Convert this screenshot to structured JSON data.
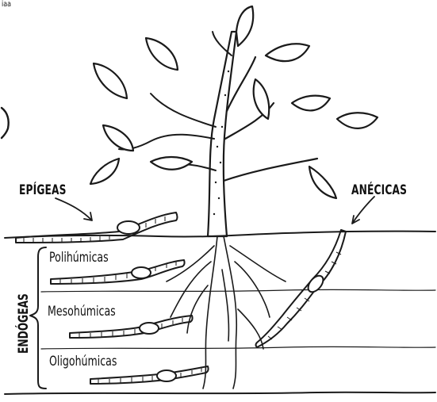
{
  "top_left_fragment": "iaa",
  "labels": {
    "epigeas": "EPÍGEAS",
    "anecicas": "ANÉCICAS",
    "endogeas": "ENDÓGEAS",
    "polihumicas": "Polihúmicas",
    "mesohumicas": "Mesohúmicas",
    "oligohumicas": "Oligohúmicas"
  },
  "colors": {
    "ink": "#1a1a1a",
    "paper": "#ffffff"
  }
}
